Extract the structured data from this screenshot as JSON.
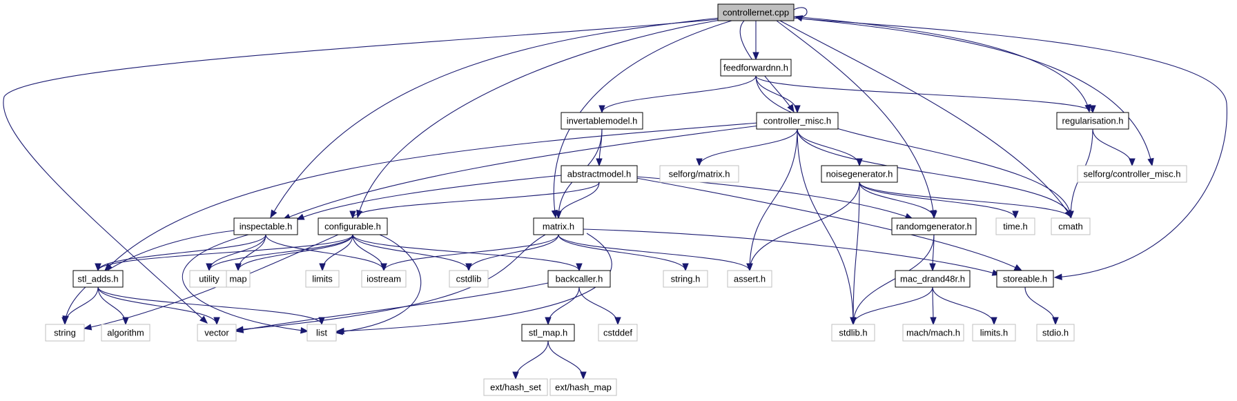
{
  "graph": {
    "colors": {
      "edge": "#191970",
      "root_fill": "#bfbfbf",
      "documented_border": "#000000",
      "external_border": "#bfbfbf",
      "external_text": "#404040"
    },
    "nodes": [
      {
        "id": "controllernet_cpp",
        "label": "controllernet.cpp",
        "kind": "root"
      },
      {
        "id": "feedforwardnn_h",
        "label": "feedforwardnn.h",
        "kind": "documented"
      },
      {
        "id": "invertablemodel_h",
        "label": "invertablemodel.h",
        "kind": "documented"
      },
      {
        "id": "controller_misc_h",
        "label": "controller_misc.h",
        "kind": "documented"
      },
      {
        "id": "regularisation_h",
        "label": "regularisation.h",
        "kind": "documented"
      },
      {
        "id": "abstractmodel_h",
        "label": "abstractmodel.h",
        "kind": "documented"
      },
      {
        "id": "selforg_matrix_h",
        "label": "selforg/matrix.h",
        "kind": "external"
      },
      {
        "id": "noisegenerator_h",
        "label": "noisegenerator.h",
        "kind": "documented"
      },
      {
        "id": "selforg_controller_misc_h",
        "label": "selforg/controller_misc.h",
        "kind": "external"
      },
      {
        "id": "inspectable_h",
        "label": "inspectable.h",
        "kind": "documented"
      },
      {
        "id": "configurable_h",
        "label": "configurable.h",
        "kind": "documented"
      },
      {
        "id": "matrix_h",
        "label": "matrix.h",
        "kind": "documented"
      },
      {
        "id": "randomgenerator_h",
        "label": "randomgenerator.h",
        "kind": "documented"
      },
      {
        "id": "time_h",
        "label": "time.h",
        "kind": "external"
      },
      {
        "id": "cmath",
        "label": "cmath",
        "kind": "external"
      },
      {
        "id": "stl_adds_h",
        "label": "stl_adds.h",
        "kind": "documented"
      },
      {
        "id": "utility",
        "label": "utility",
        "kind": "external"
      },
      {
        "id": "map",
        "label": "map",
        "kind": "external"
      },
      {
        "id": "limits",
        "label": "limits",
        "kind": "external"
      },
      {
        "id": "iostream",
        "label": "iostream",
        "kind": "external"
      },
      {
        "id": "cstdlib",
        "label": "cstdlib",
        "kind": "external"
      },
      {
        "id": "backcaller_h",
        "label": "backcaller.h",
        "kind": "documented"
      },
      {
        "id": "string_h",
        "label": "string.h",
        "kind": "external"
      },
      {
        "id": "assert_h",
        "label": "assert.h",
        "kind": "external"
      },
      {
        "id": "mac_drand48r_h",
        "label": "mac_drand48r.h",
        "kind": "documented"
      },
      {
        "id": "storeable_h",
        "label": "storeable.h",
        "kind": "documented"
      },
      {
        "id": "string",
        "label": "string",
        "kind": "external"
      },
      {
        "id": "algorithm",
        "label": "algorithm",
        "kind": "external"
      },
      {
        "id": "vector",
        "label": "vector",
        "kind": "external"
      },
      {
        "id": "list",
        "label": "list",
        "kind": "external"
      },
      {
        "id": "stl_map_h",
        "label": "stl_map.h",
        "kind": "documented"
      },
      {
        "id": "cstddef",
        "label": "cstddef",
        "kind": "external"
      },
      {
        "id": "stdlib_h",
        "label": "stdlib.h",
        "kind": "external"
      },
      {
        "id": "mach_mach_h",
        "label": "mach/mach.h",
        "kind": "external"
      },
      {
        "id": "limits_h",
        "label": "limits.h",
        "kind": "external"
      },
      {
        "id": "stdio_h",
        "label": "stdio.h",
        "kind": "external"
      },
      {
        "id": "ext_hash_set",
        "label": "ext/hash_set",
        "kind": "external"
      },
      {
        "id": "ext_hash_map",
        "label": "ext/hash_map",
        "kind": "external"
      }
    ],
    "edges": [
      [
        "controllernet_cpp",
        "controllernet_cpp"
      ],
      [
        "controllernet_cpp",
        "feedforwardnn_h"
      ],
      [
        "controllernet_cpp",
        "controller_misc_h"
      ],
      [
        "controllernet_cpp",
        "regularisation_h"
      ],
      [
        "controllernet_cpp",
        "selforg_controller_misc_h"
      ],
      [
        "controllernet_cpp",
        "inspectable_h"
      ],
      [
        "controllernet_cpp",
        "configurable_h"
      ],
      [
        "controllernet_cpp",
        "matrix_h"
      ],
      [
        "controllernet_cpp",
        "randomgenerator_h"
      ],
      [
        "controllernet_cpp",
        "cmath"
      ],
      [
        "controllernet_cpp",
        "storeable_h"
      ],
      [
        "controllernet_cpp",
        "vector"
      ],
      [
        "feedforwardnn_h",
        "invertablemodel_h"
      ],
      [
        "feedforwardnn_h",
        "controller_misc_h"
      ],
      [
        "feedforwardnn_h",
        "regularisation_h"
      ],
      [
        "feedforwardnn_h",
        "cmath"
      ],
      [
        "invertablemodel_h",
        "abstractmodel_h"
      ],
      [
        "invertablemodel_h",
        "matrix_h"
      ],
      [
        "controller_misc_h",
        "selforg_matrix_h"
      ],
      [
        "controller_misc_h",
        "noisegenerator_h"
      ],
      [
        "controller_misc_h",
        "inspectable_h"
      ],
      [
        "controller_misc_h",
        "stl_adds_h"
      ],
      [
        "controller_misc_h",
        "assert_h"
      ],
      [
        "controller_misc_h",
        "stdlib_h"
      ],
      [
        "controller_misc_h",
        "cmath"
      ],
      [
        "regularisation_h",
        "selforg_controller_misc_h"
      ],
      [
        "regularisation_h",
        "cmath"
      ],
      [
        "abstractmodel_h",
        "inspectable_h"
      ],
      [
        "abstractmodel_h",
        "configurable_h"
      ],
      [
        "abstractmodel_h",
        "matrix_h"
      ],
      [
        "abstractmodel_h",
        "randomgenerator_h"
      ],
      [
        "abstractmodel_h",
        "storeable_h"
      ],
      [
        "noisegenerator_h",
        "randomgenerator_h"
      ],
      [
        "noisegenerator_h",
        "time_h"
      ],
      [
        "noisegenerator_h",
        "cmath"
      ],
      [
        "noisegenerator_h",
        "assert_h"
      ],
      [
        "noisegenerator_h",
        "stdlib_h"
      ],
      [
        "inspectable_h",
        "stl_adds_h"
      ],
      [
        "inspectable_h",
        "utility"
      ],
      [
        "inspectable_h",
        "map"
      ],
      [
        "inspectable_h",
        "iostream"
      ],
      [
        "inspectable_h",
        "list"
      ],
      [
        "inspectable_h",
        "string"
      ],
      [
        "configurable_h",
        "stl_adds_h"
      ],
      [
        "configurable_h",
        "utility"
      ],
      [
        "configurable_h",
        "map"
      ],
      [
        "configurable_h",
        "limits"
      ],
      [
        "configurable_h",
        "iostream"
      ],
      [
        "configurable_h",
        "cstdlib"
      ],
      [
        "configurable_h",
        "backcaller_h"
      ],
      [
        "configurable_h",
        "list"
      ],
      [
        "configurable_h",
        "string"
      ],
      [
        "matrix_h",
        "iostream"
      ],
      [
        "matrix_h",
        "cstdlib"
      ],
      [
        "matrix_h",
        "string_h"
      ],
      [
        "matrix_h",
        "assert_h"
      ],
      [
        "matrix_h",
        "storeable_h"
      ],
      [
        "matrix_h",
        "list"
      ],
      [
        "matrix_h",
        "vector"
      ],
      [
        "randomgenerator_h",
        "mac_drand48r_h"
      ],
      [
        "randomgenerator_h",
        "stdlib_h"
      ],
      [
        "stl_adds_h",
        "string"
      ],
      [
        "stl_adds_h",
        "algorithm"
      ],
      [
        "stl_adds_h",
        "vector"
      ],
      [
        "stl_adds_h",
        "list"
      ],
      [
        "backcaller_h",
        "stl_map_h"
      ],
      [
        "backcaller_h",
        "cstddef"
      ],
      [
        "backcaller_h",
        "vector"
      ],
      [
        "mac_drand48r_h",
        "stdlib_h"
      ],
      [
        "mac_drand48r_h",
        "mach_mach_h"
      ],
      [
        "mac_drand48r_h",
        "limits_h"
      ],
      [
        "storeable_h",
        "stdio_h"
      ],
      [
        "stl_map_h",
        "ext_hash_set"
      ],
      [
        "stl_map_h",
        "ext_hash_map"
      ]
    ]
  }
}
